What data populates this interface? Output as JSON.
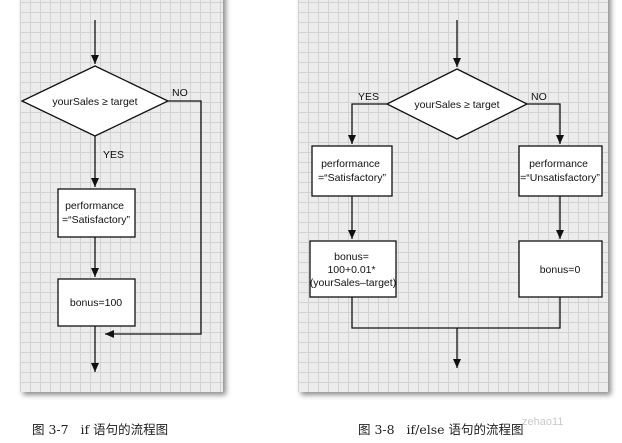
{
  "figure_left": {
    "condition": "yourSales ≥ target",
    "yes": "YES",
    "no": "NO",
    "box1": [
      "performance",
      "=“Satisfactory”"
    ],
    "box2": [
      "bonus=100"
    ]
  },
  "figure_right": {
    "condition": "yourSales ≥ target",
    "yes": "YES",
    "no": "NO",
    "box_yes_1": [
      "performance",
      "=“Satisfactory”"
    ],
    "box_no_1": [
      "performance",
      "=“Unsatisfactory”"
    ],
    "box_yes_2": [
      "bonus=",
      "100+0.01*",
      "(yourSales–target)"
    ],
    "box_no_2": [
      "bonus=0"
    ]
  },
  "captions": {
    "left": "图 3-7   if 语句的流程图",
    "right": "图 3-8   if/else 语句的流程图"
  },
  "watermark": "zehao11"
}
